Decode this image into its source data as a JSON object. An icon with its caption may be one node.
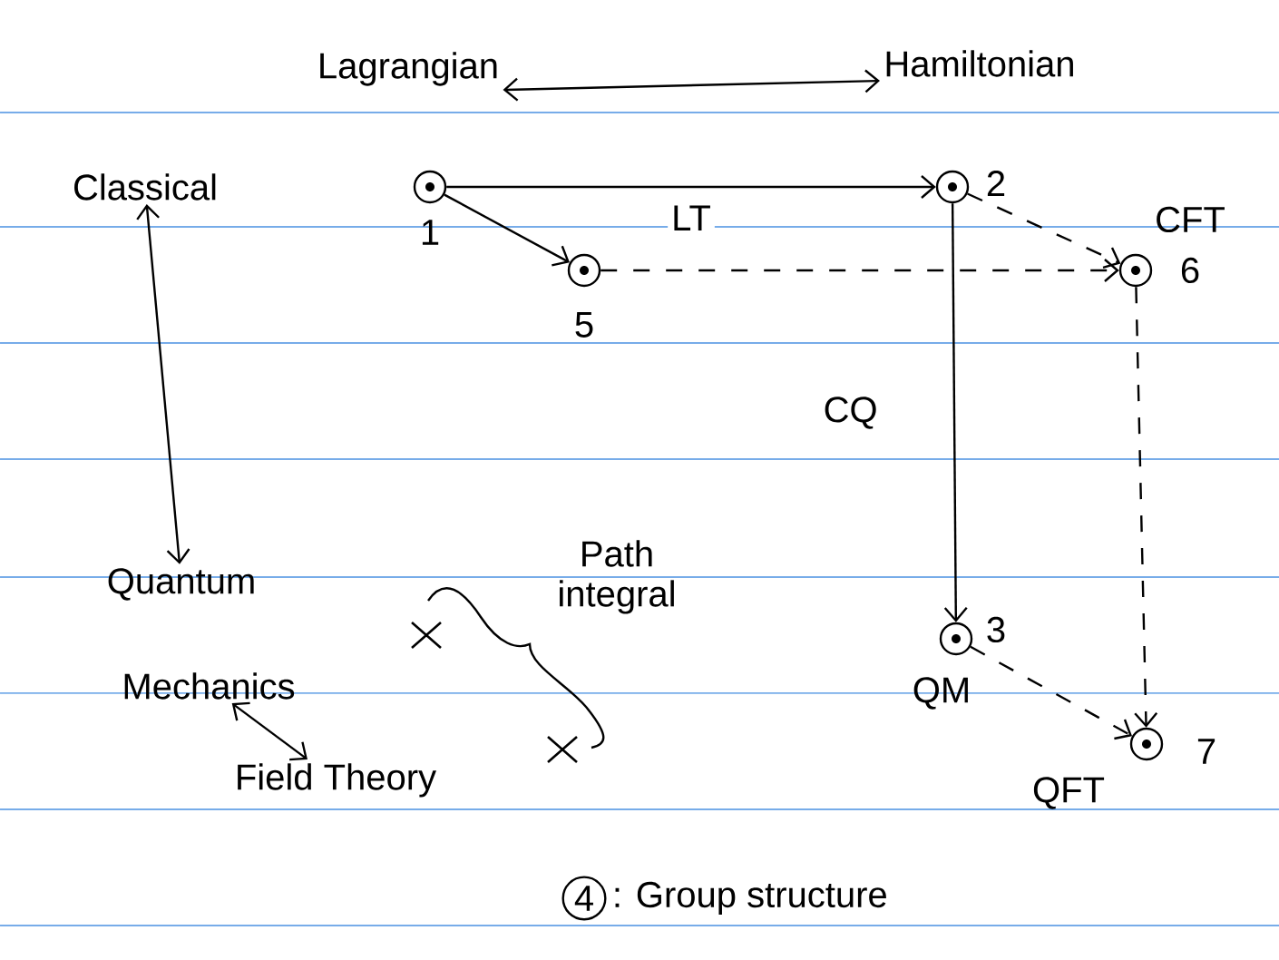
{
  "diagram": {
    "nodes": [
      {
        "text": [
          "Lagrangian"
        ]
      },
      {
        "text": [
          "Hamiltonian"
        ]
      },
      {
        "text": [
          "Classical"
        ]
      },
      {
        "text": [],
        "shape": "circle",
        "beside": [
          "1"
        ]
      },
      {
        "text": [],
        "shape": "circle",
        "beside": [
          "2"
        ]
      },
      {
        "text": [],
        "shape": "circle",
        "beside": [
          "5"
        ]
      },
      {
        "text": [],
        "shape": "circle",
        "beside": [
          "CFT",
          "6"
        ]
      },
      {
        "text": [
          "Quantum"
        ]
      },
      {
        "text": [
          "Mechanics"
        ]
      },
      {
        "text": [],
        "shape": "circle",
        "beside": [
          "3",
          "QM"
        ]
      },
      {
        "text": [
          "Field Theory"
        ]
      },
      {
        "text": [],
        "shape": "circle",
        "beside": [
          "7",
          "QFT"
        ]
      }
    ],
    "edges": [
      {
        "from": 0,
        "to": 1,
        "arrow": "both"
      },
      {
        "from": 3,
        "to": 4,
        "arrow": "to",
        "label": "LT"
      },
      {
        "from": 3,
        "to": 5,
        "arrow": "to"
      },
      {
        "from": 5,
        "to": 6,
        "arrow": "to",
        "style": "dashed"
      },
      {
        "from": 4,
        "to": 6,
        "arrow": "to",
        "style": "dashed"
      },
      {
        "from": 4,
        "to": 9,
        "arrow": "to",
        "label": "CQ"
      },
      {
        "from": 6,
        "to": 11,
        "arrow": "to",
        "style": "dashed"
      },
      {
        "from": 9,
        "to": 11,
        "arrow": "to",
        "style": "dashed"
      },
      {
        "from": 2,
        "to": 7,
        "arrow": "both"
      },
      {
        "from": 8,
        "to": 10,
        "arrow": "both"
      }
    ],
    "labels": [
      "Path integral",
      "4",
      ": Group structure"
    ]
  }
}
